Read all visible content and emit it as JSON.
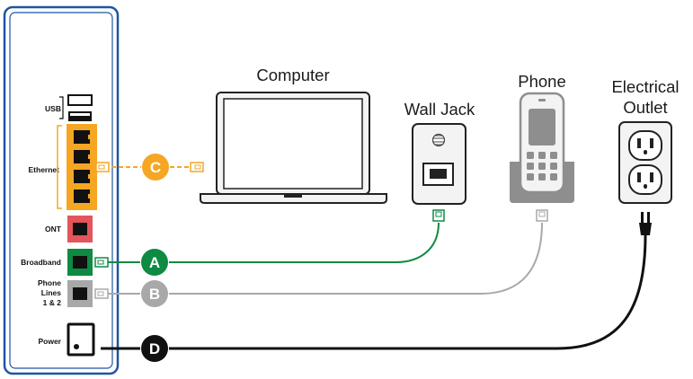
{
  "colors": {
    "frame": "#1e55a3",
    "ethernet": "#f5a623",
    "ont": "#e3555b",
    "broadband": "#0e8a43",
    "phone_line": "#a8a8a8",
    "power": "#111111",
    "device_fill": "#f3f3f3",
    "text": "#1b1b1b"
  },
  "gateway": {
    "ports": {
      "usb": "USB",
      "ethernet": "Ethernet",
      "ont": "ONT",
      "broadband": "Broadband",
      "phone_lines_1": "Phone",
      "phone_lines_2": "Lines",
      "phone_lines_3": "1 & 2",
      "power": "Power"
    }
  },
  "devices": {
    "computer": "Computer",
    "wall_jack": "Wall Jack",
    "phone": "Phone",
    "outlet_line1": "Electrical",
    "outlet_line2": "Outlet"
  },
  "connections": {
    "a": "A",
    "b": "B",
    "c": "C",
    "d": "D"
  }
}
